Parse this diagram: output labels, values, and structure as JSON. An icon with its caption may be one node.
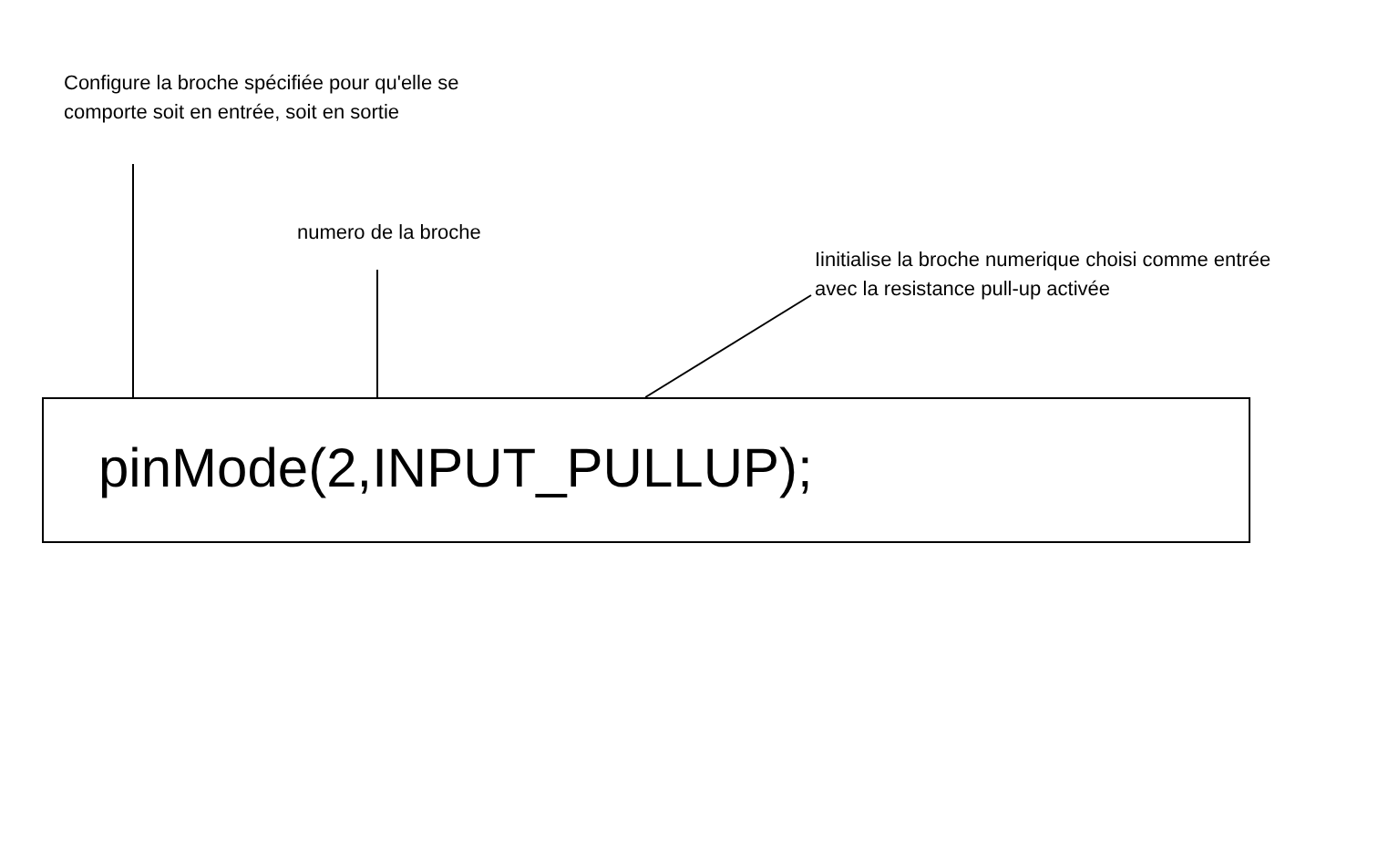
{
  "diagram": {
    "nodes": [
      {
        "text": [
          "pinMode(2,INPUT_PULLUP);"
        ]
      },
      {
        "text": [
          "Configure la broche spécifiée pour qu'elle se comporte soit en entrée, soit en sortie"
        ]
      },
      {
        "text": [
          "numero de la broche"
        ]
      },
      {
        "text": [
          "Iinitialise la broche numerique choisi comme entrée avec la resistance pull-up activée"
        ]
      }
    ],
    "edges": [
      {
        "from": 1,
        "to": 0,
        "arrow": "none"
      },
      {
        "from": 2,
        "to": 0,
        "arrow": "none"
      },
      {
        "from": 3,
        "to": 0,
        "arrow": "none"
      }
    ]
  }
}
